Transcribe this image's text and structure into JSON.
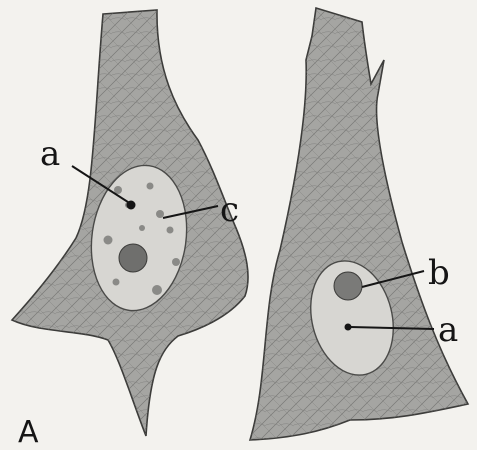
{
  "figure": {
    "panel_label": "A",
    "cell_left": {
      "labels": {
        "a": "a",
        "c": "c"
      }
    },
    "cell_right": {
      "labels": {
        "b": "b",
        "a": "a"
      }
    }
  },
  "colors": {
    "background": "#f3f2ee",
    "cytoplasm": "#a5a5a2",
    "fibril": "#5e5e5c",
    "nucleus": "#d7d6d2",
    "nucleolus": "#6f6f6d",
    "ink": "#151515"
  }
}
